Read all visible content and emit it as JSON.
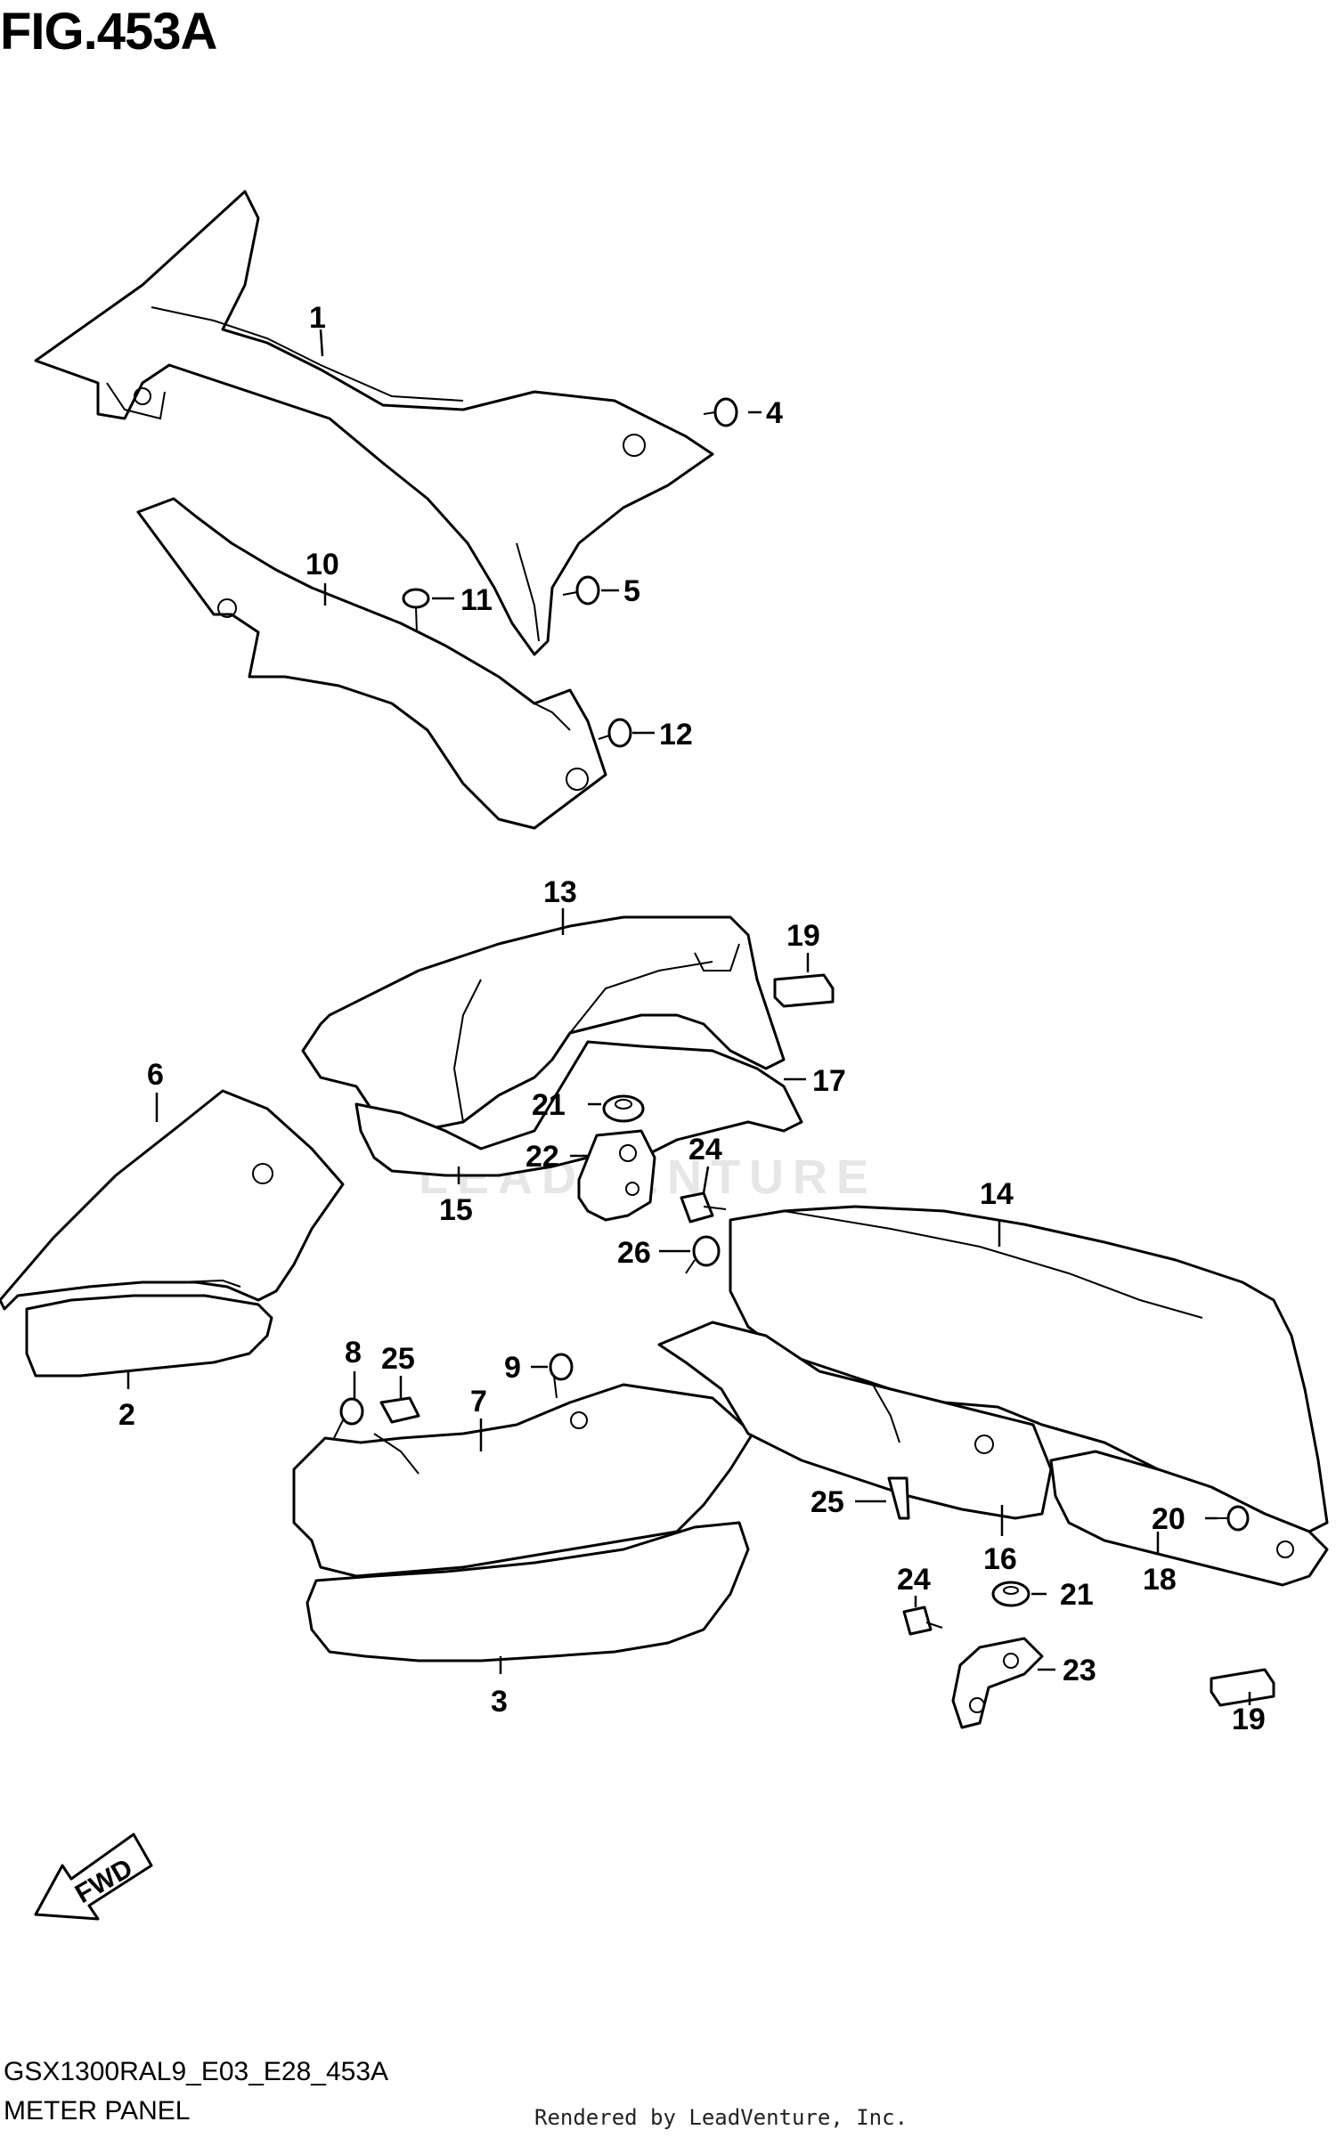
{
  "figure": {
    "title": "FIG.453A",
    "code": "GSX1300RAL9_E03_E28_453A",
    "name": "METER PANEL",
    "credit": "Rendered by LeadVenture, Inc.",
    "watermark": "LEADVENTURE"
  },
  "direction_marker": {
    "label": "FWD"
  },
  "callouts": {
    "c1": "1",
    "c2": "2",
    "c3": "3",
    "c4": "4",
    "c5": "5",
    "c6": "6",
    "c7": "7",
    "c8": "8",
    "c9": "9",
    "c10": "10",
    "c11": "11",
    "c12": "12",
    "c13": "13",
    "c14": "14",
    "c15": "15",
    "c16": "16",
    "c17": "17",
    "c18": "18",
    "c19a": "19",
    "c19b": "19",
    "c20": "20",
    "c21a": "21",
    "c21b": "21",
    "c22": "22",
    "c23": "23",
    "c24a": "24",
    "c24b": "24",
    "c25a": "25",
    "c25b": "25",
    "c26": "26"
  }
}
